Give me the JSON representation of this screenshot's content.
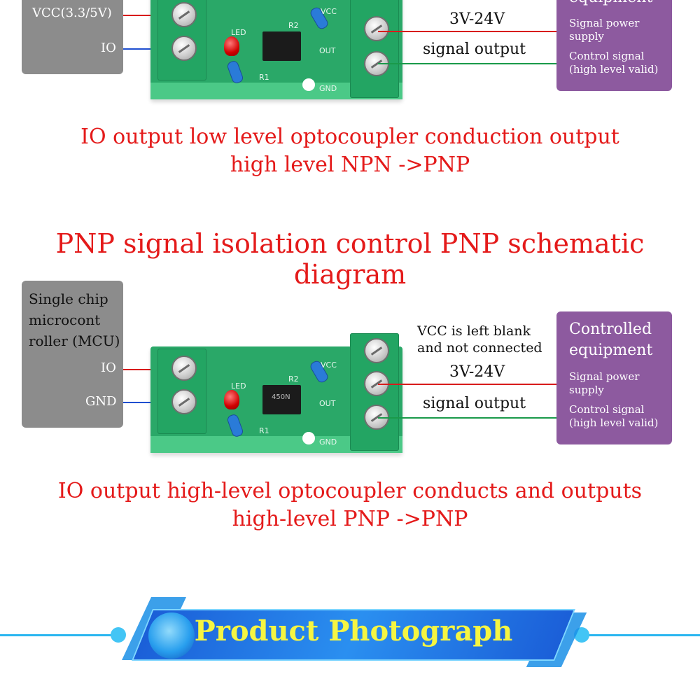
{
  "top": {
    "mcu_vcc": "VCC(3.3/5V)",
    "mcu_io": "IO",
    "voltage": "3V-24V",
    "signal_output": "signal output",
    "equip_title_fragment": "equipment",
    "signal_power": "Signal power\nsupply",
    "control_signal": "Control signal\n(high level valid)",
    "caption_line1": "IO output low level optocoupler conduction output",
    "caption_line2": "high level NPN ->PNP"
  },
  "section_title": "PNP signal isolation control PNP schematic diagram",
  "bottom": {
    "mcu_title": "Single chip\nmicrocont\nroller (MCU)",
    "mcu_io": "IO",
    "mcu_gnd": "GND",
    "vcc_note": "VCC is left blank\nand not connected",
    "voltage": "3V-24V",
    "signal_output": "signal output",
    "equip_title": "Controlled\nequipment",
    "signal_power": "Signal power\nsupply",
    "control_signal": "Control signal\n(high level valid)",
    "caption_line1": "IO output high-level optocoupler conducts and outputs",
    "caption_line2": "high-level PNP ->PNP"
  },
  "pcb_labels": {
    "vcc": "VCC",
    "out": "OUT",
    "gnd": "GND",
    "led": "LED",
    "r1": "R1",
    "r2": "R2",
    "chip": "450N"
  },
  "banner": {
    "text": "Product Photograph"
  },
  "colors": {
    "caption_red": "#e41a1a",
    "mcu_gray": "#8c8c8c",
    "equipment_purple": "#8d5a9f",
    "pcb_green": "#2aa868",
    "banner_blue": "#1f6fe0",
    "banner_text_yellow": "#f5f542"
  }
}
